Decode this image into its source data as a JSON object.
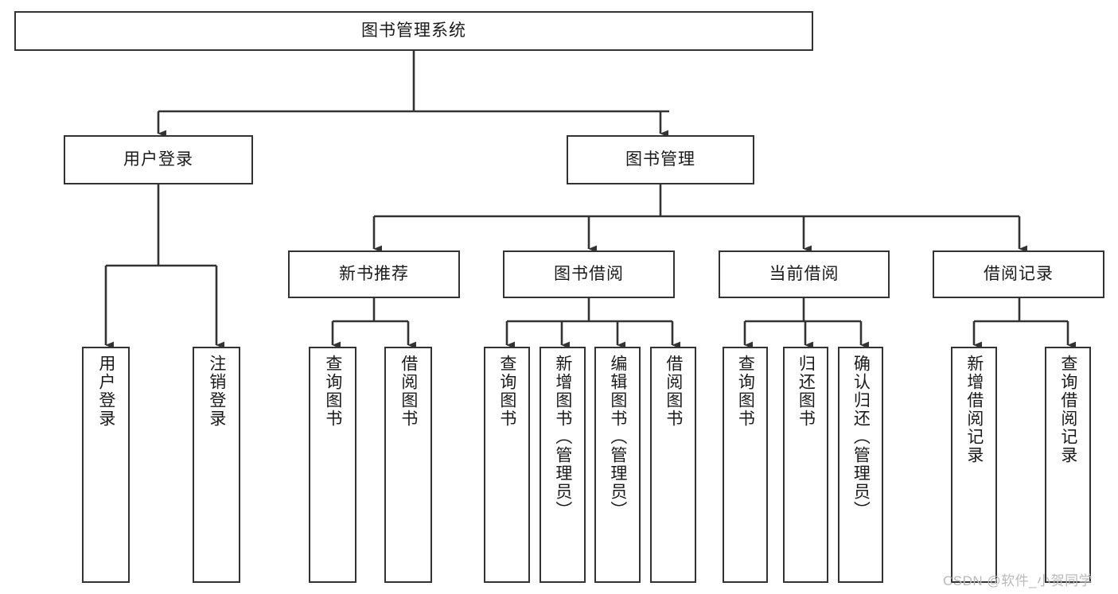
{
  "diagram": {
    "title": "图书管理系统",
    "type": "tree-hierarchy-chart",
    "root": {
      "label": "图书管理系统"
    },
    "level2": [
      {
        "label": "用户登录"
      },
      {
        "label": "图书管理"
      }
    ],
    "level3": [
      {
        "label": "新书推荐"
      },
      {
        "label": "图书借阅"
      },
      {
        "label": "当前借阅"
      },
      {
        "label": "借阅记录"
      }
    ],
    "leaves": {
      "user_login": [
        {
          "label": "用户登录"
        },
        {
          "label": "注销登录"
        }
      ],
      "new_book_recommend": [
        {
          "label": "查询图书"
        },
        {
          "label": "借阅图书"
        }
      ],
      "book_borrow": [
        {
          "label": "查询图书"
        },
        {
          "label": "新增图书（管理员）"
        },
        {
          "label": "编辑图书（管理员）"
        },
        {
          "label": "借阅图书"
        }
      ],
      "current_borrow": [
        {
          "label": "查询图书"
        },
        {
          "label": "归还图书"
        },
        {
          "label": "确认归还（管理员）"
        }
      ],
      "borrow_record": [
        {
          "label": "新增借阅记录"
        },
        {
          "label": "查询借阅记录"
        }
      ]
    }
  },
  "watermark": {
    "text": "CSDN @软件_小贺同学"
  },
  "colors": {
    "box_border": "#333333",
    "box_fill": "#ffffff",
    "text": "#1a1a1a",
    "edge": "#333333",
    "watermark": "#b9b9b9"
  }
}
